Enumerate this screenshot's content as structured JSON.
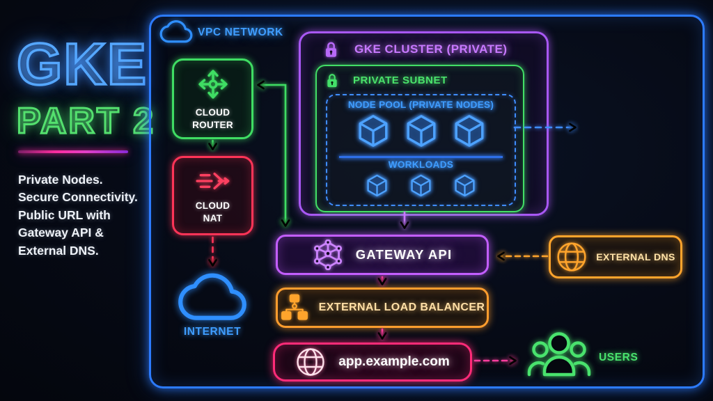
{
  "left_panel": {
    "title": "GKE",
    "subtitle": "PART 2",
    "description_lines": [
      "Private Nodes.",
      "Secure Connectivity.",
      "Public URL with",
      "Gateway API &",
      "External DNS."
    ]
  },
  "diagram": {
    "vpc_network_label": "VPC NETWORK",
    "cloud_router_label": "CLOUD ROUTER",
    "cloud_nat_label": "CLOUD NAT",
    "internet_label": "INTERNET",
    "gke_cluster_label": "GKE CLUSTER (PRIVATE)",
    "private_subnet_label": "PRIVATE SUBNET",
    "node_pool": {
      "label": "NODE POOL (PRIVATE NODES)",
      "node_count": 3,
      "workloads_label": "WORKLOADS",
      "workload_count": 3
    },
    "gateway_api_label": "GATEWAY API",
    "external_dns_label": "EXTERNAL DNS",
    "external_load_balancer_label": "EXTERNAL LOAD BALANCER",
    "app_url_label": "app.example.com",
    "users_label": "USERS"
  },
  "colors": {
    "background": "#04070f",
    "vpc_border_blue": "#2c7bff",
    "neon_blue": "#3f9dff",
    "neon_green": "#3fdd63",
    "neon_red": "#ff3457",
    "neon_purple": "#a958f5",
    "purple_text": "#c879ff",
    "neon_orange": "#ffa42c",
    "neon_pink": "#ff2b78",
    "title_blue": "#55a7ff",
    "subtitle_green": "#54e06e",
    "divider_magenta": "#ff2da0",
    "cube_blue": "#4da2ff"
  }
}
